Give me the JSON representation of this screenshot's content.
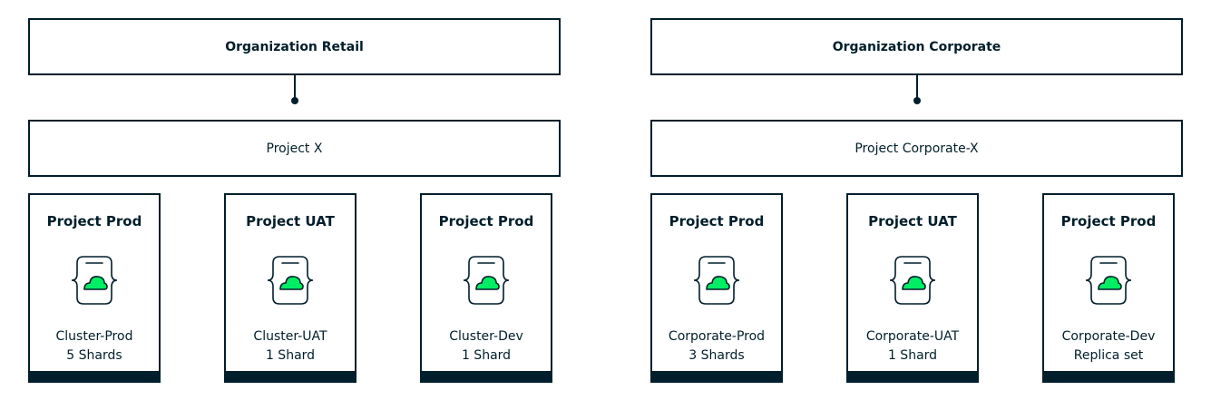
{
  "organizations": [
    {
      "name": "Organization Retail",
      "project": "Project X",
      "clusters": [
        {
          "project": "Project Prod",
          "name": "Cluster-Prod",
          "detail": "5 Shards",
          "icon": "database-cloud-icon"
        },
        {
          "project": "Project UAT",
          "name": "Cluster-UAT",
          "detail": "1 Shard",
          "icon": "database-cloud-icon"
        },
        {
          "project": "Project Prod",
          "name": "Cluster-Dev",
          "detail": "1 Shard",
          "icon": "database-cloud-icon"
        }
      ]
    },
    {
      "name": "Organization Corporate",
      "project": "Project Corporate-X",
      "clusters": [
        {
          "project": "Project Prod",
          "name": "Corporate-Prod",
          "detail": "3 Shards",
          "icon": "database-cloud-icon"
        },
        {
          "project": "Project UAT",
          "name": "Corporate-UAT",
          "detail": "1 Shard",
          "icon": "database-cloud-icon"
        },
        {
          "project": "Project Prod",
          "name": "Corporate-Dev",
          "detail": "Replica set",
          "icon": "database-cloud-icon"
        }
      ]
    }
  ],
  "colors": {
    "ink": "#001e2b",
    "accent": "#00ed64"
  }
}
